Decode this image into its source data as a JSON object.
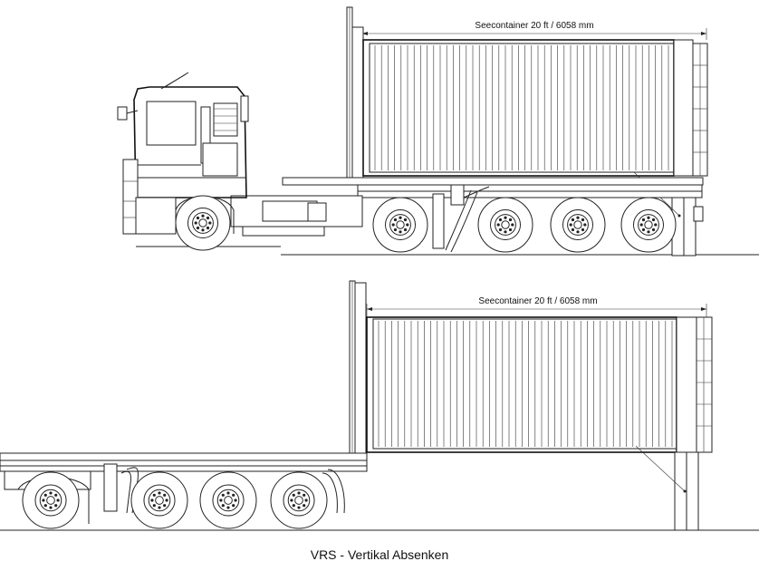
{
  "top_drawing": {
    "container_label": "Seecontainer 20 ft / 6058 mm"
  },
  "bottom_drawing": {
    "container_label": "Seecontainer 20 ft / 6058 mm"
  },
  "caption": "VRS - Vertikal Absenken"
}
